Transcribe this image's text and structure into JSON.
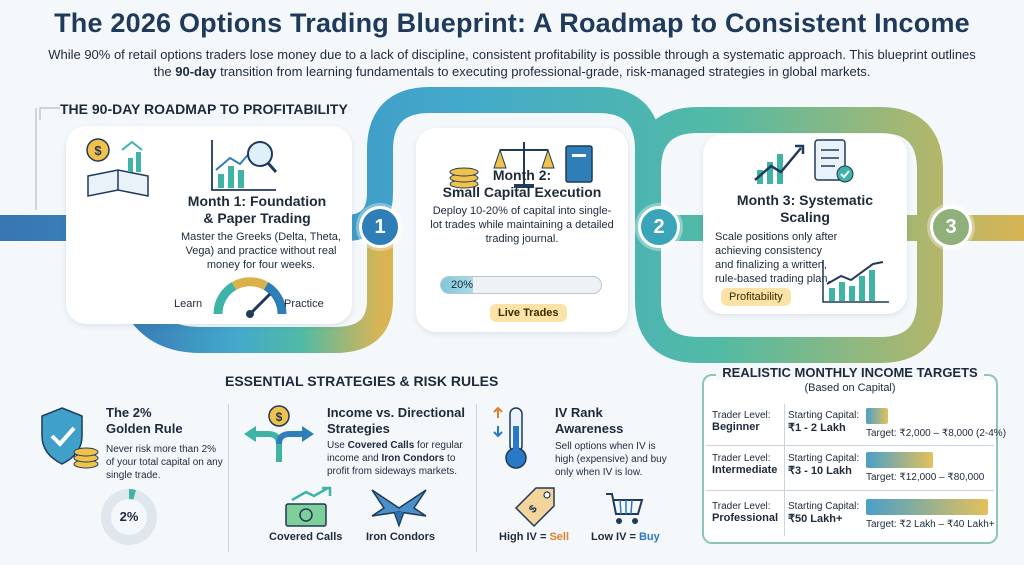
{
  "header": {
    "title": "The 2026 Options Trading Blueprint: A Roadmap to Consistent Income",
    "intro_part1": "While 90% of retail options traders lose money due to a lack of discipline, consistent profitability is possible through a systematic approach. This blueprint outlines the ",
    "intro_bold": "90-day",
    "intro_part2": " transition from learning fundamentals to executing professional-grade, risk-managed strategies in global markets."
  },
  "roadmap": {
    "title": "THE 90-DAY ROADMAP TO PROFITABILITY",
    "months": [
      {
        "number": "1",
        "title_line1": "Month 1: Foundation",
        "title_line2": "& Paper Trading",
        "body": "Master the Greeks (Delta, Theta, Vega) and practice without real money for four weeks.",
        "gauge_left": "Learn",
        "gauge_right": "Practice"
      },
      {
        "number": "2",
        "title_line1": "Month 2:",
        "title_line2": "Small Capital Execution",
        "body": "Deploy 10-20% of capital into single-lot trades while maintaining a detailed trading journal.",
        "progress_label": "20%",
        "progress_value": 0.2,
        "pill": "Live Trades"
      },
      {
        "number": "3",
        "title_line1": "Month 3: Systematic",
        "title_line2": "Scaling",
        "body": "Scale positions only after achieving consistency and finalizing a written, rule-based trading plan.",
        "pill": "Profitability"
      }
    ]
  },
  "strategies": {
    "title": "ESSENTIAL STRATEGIES & RISK RULES",
    "rule": {
      "title_line1": "The 2%",
      "title_line2": "Golden Rule",
      "body": "Never risk more than 2% of your total capital on any single trade.",
      "donut_label": "2%",
      "donut_value": 0.02
    },
    "income": {
      "title_line1": "Income vs. Directional",
      "title_line2": "Strategies",
      "body_a": "Use ",
      "body_b": "Covered Calls",
      "body_c": " for regular income and ",
      "body_d": "Iron Condors",
      "body_e": " to profit from sideways markets.",
      "item1": "Covered Calls",
      "item2": "Iron Condors"
    },
    "iv": {
      "title_line1": "IV Rank",
      "title_line2": "Awareness",
      "body": "Sell options when IV is high (expensive) and buy only when IV is low.",
      "high_prefix": "High IV = ",
      "high_action": "Sell",
      "low_prefix": "Low IV = ",
      "low_action": "Buy"
    }
  },
  "targets": {
    "title": "REALISTIC MONTHLY INCOME TARGETS",
    "subtitle": "(Based on Capital)",
    "level_label": "Trader Level:",
    "capital_label": "Starting Capital:",
    "rows": [
      {
        "level": "Beginner",
        "capital": "₹1 - 2 Lakh",
        "target": "Target: ₹2,000 – ₹8,000 (2-4%)",
        "bar_fraction": 0.18
      },
      {
        "level": "Intermediate",
        "capital": "₹3 - 10 Lakh",
        "target": "Target: ₹12,000 – ₹80,000",
        "bar_fraction": 0.55
      },
      {
        "level": "Professional",
        "capital": "₹50 Lakh+",
        "target": "Target: ₹2 Lakh – ₹40 Lakh+",
        "bar_fraction": 1.0
      }
    ]
  },
  "colors": {
    "accent_blue": "#2e7fb8",
    "accent_teal": "#3fb3a6",
    "accent_gold": "#d9b24a",
    "sell_red": "#e0802a",
    "buy_blue": "#2a78c6"
  }
}
